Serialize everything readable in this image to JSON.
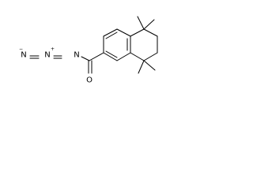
{
  "molecule": {
    "atoms": {
      "azide_n1": "N",
      "azide_n2": "N",
      "azide_n3": "N",
      "carbonyl_o": "O"
    }
  }
}
